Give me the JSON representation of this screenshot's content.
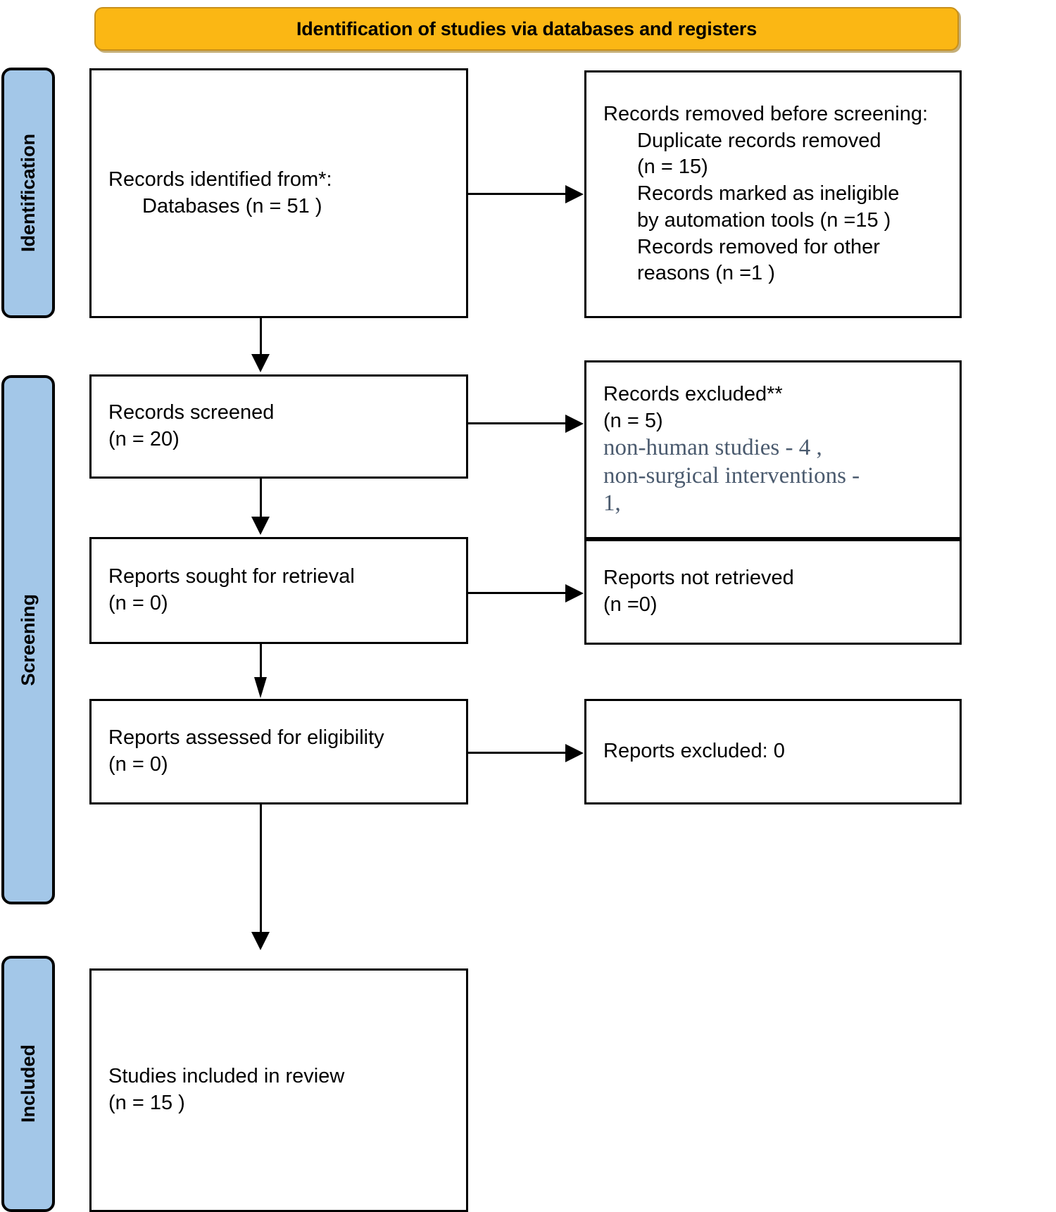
{
  "title": "Identification of studies via databases and registers",
  "colors": {
    "banner": "#FBB714",
    "stage": "#A3C7E8",
    "reason_text": "#4A5A6E",
    "border": "#000000"
  },
  "stages": [
    {
      "label": "Identification"
    },
    {
      "label": "Screening"
    },
    {
      "label": "Included"
    }
  ],
  "boxes": {
    "identified": {
      "line1": "Records identified from*:",
      "line2": "Databases (n = 51 )"
    },
    "removed_before_screening": {
      "heading_plain": "Records removed ",
      "heading_italic": "before screening",
      "heading_colon": ":",
      "item1": "Duplicate records removed",
      "item1_n": "(n = 15)",
      "item2": "Records marked as ineligible",
      "item2_cont": "by automation tools (n =15 )",
      "item3": "Records removed for other",
      "item3_cont": "reasons (n =1 )"
    },
    "records_screened": {
      "line1": "Records screened",
      "line2": "(n = 20)"
    },
    "records_excluded": {
      "line1": "Records excluded**",
      "line2": "(n = 5)",
      "reason1": "non-human studies - 4 ,",
      "reason2": "non-surgical interventions -",
      "reason3": "1,"
    },
    "reports_sought": {
      "line1": "Reports sought for retrieval",
      "line2": "(n = 0)"
    },
    "reports_not_retrieved": {
      "line1": "Reports not retrieved",
      "line2": "(n =0)"
    },
    "reports_assessed": {
      "line1": "Reports assessed for eligibility",
      "line2": "(n = 0)"
    },
    "reports_excluded": {
      "line1": "Reports excluded: 0"
    },
    "studies_included": {
      "line1": "Studies included in review",
      "line2": "(n = 15 )"
    }
  },
  "chart_data": {
    "type": "diagram",
    "title": "Identification of studies via databases and registers",
    "nodes": [
      {
        "id": "identified",
        "stage": "Identification",
        "label": "Records identified from*: Databases",
        "n": 51
      },
      {
        "id": "removed_before_screening",
        "stage": "Identification",
        "label": "Records removed before screening",
        "duplicate_records_removed": 15,
        "marked_ineligible_by_automation_tools": 15,
        "removed_for_other_reasons": 1
      },
      {
        "id": "records_screened",
        "stage": "Screening",
        "label": "Records screened",
        "n": 20
      },
      {
        "id": "records_excluded",
        "stage": "Screening",
        "label": "Records excluded**",
        "n": 5,
        "reasons": [
          {
            "reason": "non-human studies",
            "count": 4
          },
          {
            "reason": "non-surgical interventions",
            "count": 1
          }
        ]
      },
      {
        "id": "reports_sought",
        "stage": "Screening",
        "label": "Reports sought for retrieval",
        "n": 0
      },
      {
        "id": "reports_not_retrieved",
        "stage": "Screening",
        "label": "Reports not retrieved",
        "n": 0
      },
      {
        "id": "reports_assessed",
        "stage": "Screening",
        "label": "Reports assessed for eligibility",
        "n": 0
      },
      {
        "id": "reports_excluded",
        "stage": "Screening",
        "label": "Reports excluded",
        "n": 0
      },
      {
        "id": "studies_included",
        "stage": "Included",
        "label": "Studies included in review",
        "n": 15
      }
    ],
    "edges": [
      {
        "from": "identified",
        "to": "removed_before_screening",
        "direction": "right"
      },
      {
        "from": "identified",
        "to": "records_screened",
        "direction": "down"
      },
      {
        "from": "records_screened",
        "to": "records_excluded",
        "direction": "right"
      },
      {
        "from": "records_screened",
        "to": "reports_sought",
        "direction": "down"
      },
      {
        "from": "reports_sought",
        "to": "reports_not_retrieved",
        "direction": "right"
      },
      {
        "from": "reports_sought",
        "to": "reports_assessed",
        "direction": "down"
      },
      {
        "from": "reports_assessed",
        "to": "reports_excluded",
        "direction": "right"
      },
      {
        "from": "reports_assessed",
        "to": "studies_included",
        "direction": "down"
      }
    ]
  }
}
